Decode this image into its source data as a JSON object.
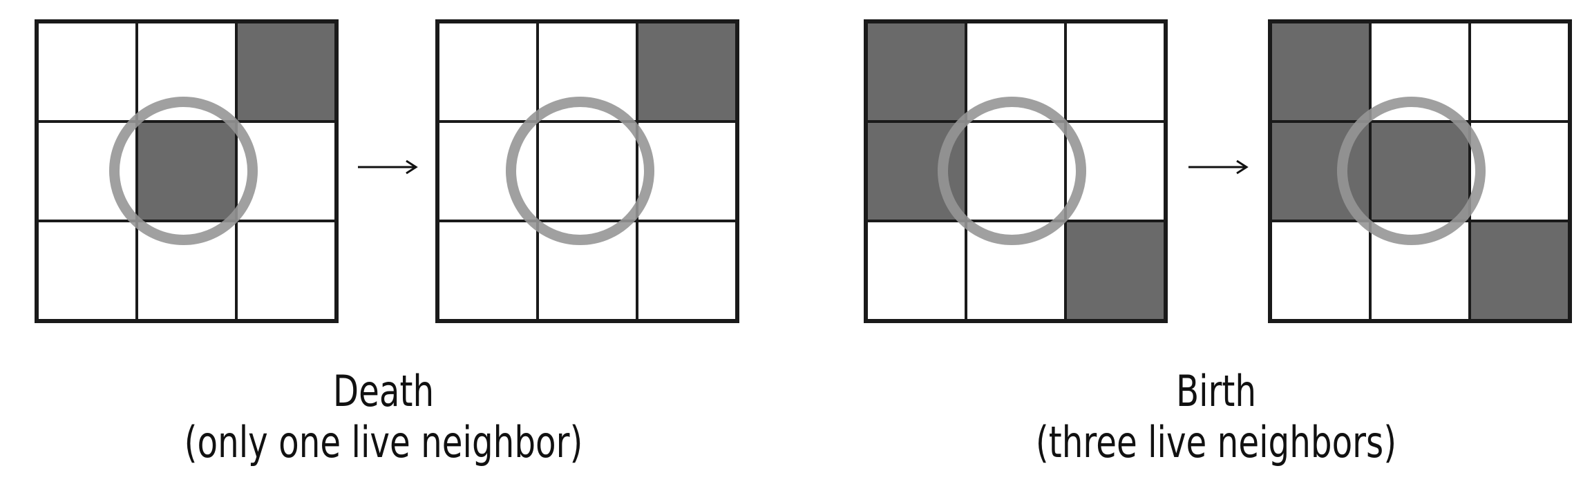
{
  "panels": [
    {
      "title": "Death",
      "subtitle": "(only one live neighbor)",
      "before": [
        [
          0,
          0,
          1
        ],
        [
          0,
          1,
          0
        ],
        [
          0,
          0,
          0
        ]
      ],
      "after": [
        [
          0,
          0,
          1
        ],
        [
          0,
          0,
          0
        ],
        [
          0,
          0,
          0
        ]
      ]
    },
    {
      "title": "Birth",
      "subtitle": "(three live neighbors)",
      "before": [
        [
          1,
          0,
          0
        ],
        [
          1,
          0,
          0
        ],
        [
          0,
          0,
          1
        ]
      ],
      "after": [
        [
          1,
          0,
          0
        ],
        [
          1,
          1,
          0
        ],
        [
          0,
          0,
          1
        ]
      ]
    }
  ],
  "colors": {
    "alive": "#6a6a6a",
    "dead": "#ffffff",
    "grid_line": "#1a1a1a",
    "highlight_ring": "#969696"
  }
}
